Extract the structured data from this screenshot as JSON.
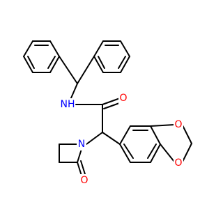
{
  "colors": {
    "bond": "#000000",
    "oxygen": "#ff0000",
    "nitrogen": "#0000ff",
    "background": "#ffffff"
  },
  "labels": {
    "nh": "NH",
    "amide_o": "O",
    "azetidinone_n": "N",
    "azetidinone_o": "O",
    "dioxole_o1": "O",
    "dioxole_o2": "O"
  }
}
